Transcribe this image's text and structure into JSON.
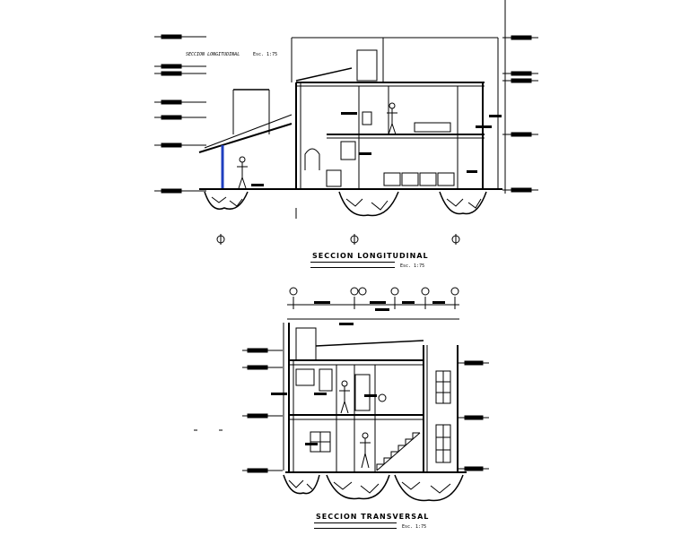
{
  "sections": [
    {
      "id": "longitudinal",
      "title": "SECCION LONGITUDINAL",
      "scale": "Esc. 1:75",
      "header_label": "SECCION LONGITUDINAL",
      "header_scale": "Esc. 1:75"
    },
    {
      "id": "transversal",
      "title": "SECCION TRANSVERSAL",
      "scale": "Esc. 1:75"
    }
  ],
  "colors": {
    "line": "#000000",
    "accent_column": "#1f3fbf",
    "background": "#ffffff"
  }
}
